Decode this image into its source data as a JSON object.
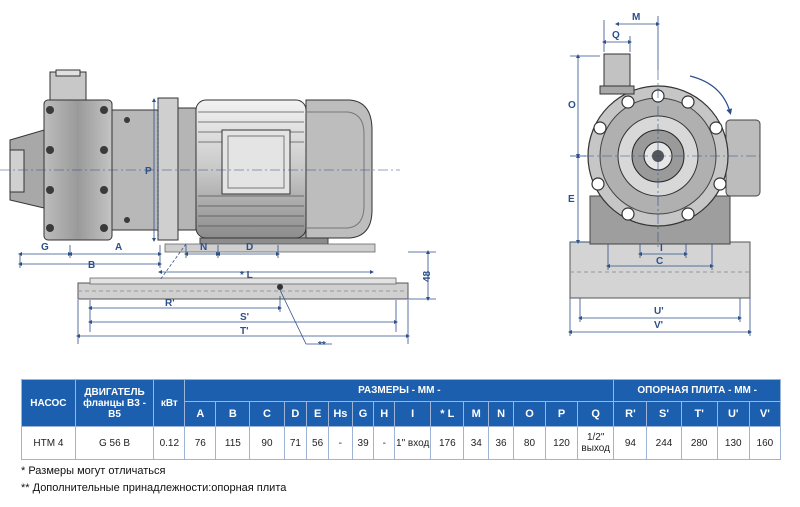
{
  "drawing": {
    "side_view_labels": {
      "G": "G",
      "A": "A",
      "B": "B",
      "N": "N",
      "D": "D",
      "P": "P",
      "L": "* L",
      "R": "R'",
      "S": "S'",
      "T": "T'",
      "H48": "48",
      "acc": "**"
    },
    "front_view_labels": {
      "M": "M",
      "Q": "Q",
      "O": "O",
      "E": "E",
      "I": "I",
      "C": "C",
      "U": "U'",
      "V": "V'"
    }
  },
  "table": {
    "col_pump": "НАСОС",
    "col_motor": "ДВИГАТЕЛЬ фланцы B3 - B5",
    "col_kw": "кВт",
    "group_dims": "РАЗМЕРЫ  - ММ -",
    "group_plate": "ОПОРНАЯ ПЛИТА - ММ -",
    "dim_headers": [
      "A",
      "B",
      "C",
      "D",
      "E",
      "Hs",
      "G",
      "H",
      "I",
      "* L",
      "M",
      "N",
      "O",
      "P",
      "Q"
    ],
    "plate_headers": [
      "R'",
      "S'",
      "T'",
      "U'",
      "V'"
    ],
    "row": {
      "pump": "HTM 4",
      "motor": "G 56 B",
      "kw": "0.12",
      "dims": [
        "76",
        "115",
        "90",
        "71",
        "56",
        "-",
        "39",
        "-",
        "1\" вход",
        "176",
        "34",
        "36",
        "80",
        "120",
        "1/2\" выход"
      ],
      "plate": [
        "94",
        "244",
        "280",
        "130",
        "160"
      ]
    }
  },
  "notes": {
    "note1": "*  Размеры могут отличаться",
    "note2": "** Дополнительные принадлежности:опорная плита"
  },
  "colors": {
    "header_blue": "#1b5fae",
    "dim_line_blue": "#2d4f8a",
    "metal_light": "#d9d9d9",
    "metal_mid": "#a8a8a8",
    "metal_dark": "#4a4a4a"
  }
}
